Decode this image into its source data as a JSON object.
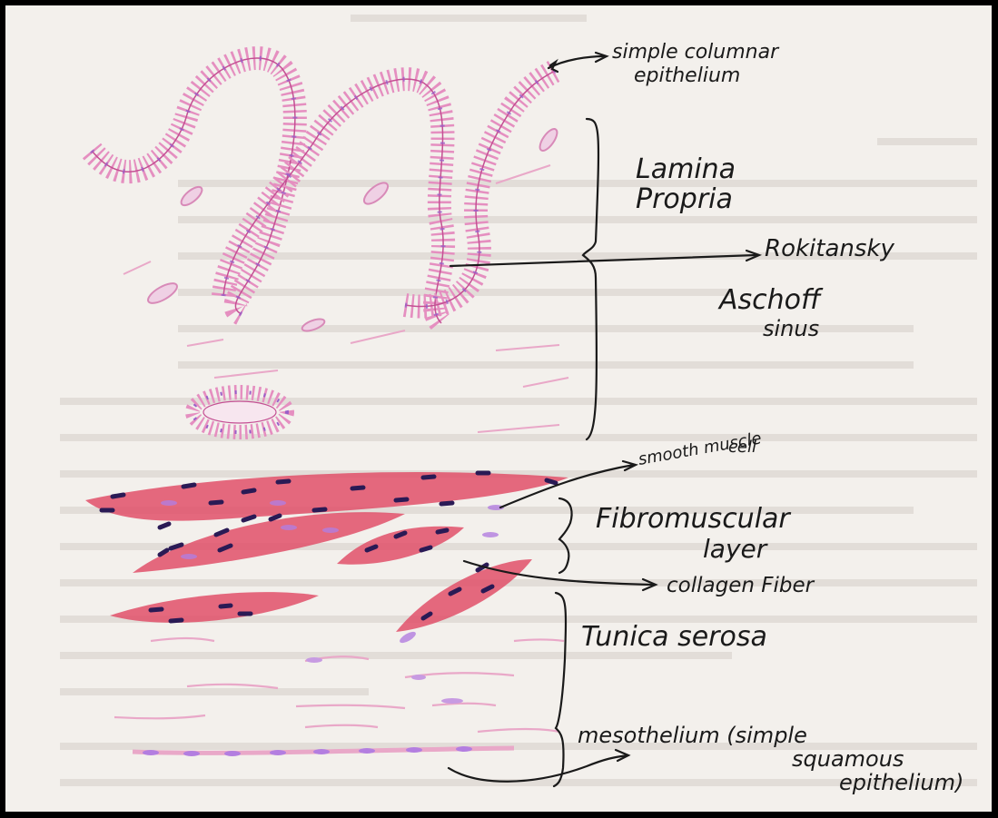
{
  "labels": {
    "simple_columnar": [
      "simple columnar",
      "epithelium"
    ],
    "lamina_propria": [
      "Lamina",
      "Propria"
    ],
    "rokitansky": "Rokitansky",
    "aschoff": [
      "Aschoff",
      "sinus"
    ],
    "smooth_muscle": [
      "smooth muscle",
      "cell"
    ],
    "fibromuscular": [
      "Fibromuscular",
      "layer"
    ],
    "collagen": "collagen Fiber",
    "tunica_serosa": "Tunica serosa",
    "mesothelium": [
      "mesothelium (simple",
      "squamous",
      "epithelium)"
    ]
  },
  "colors": {
    "paper": "#f3f0ec",
    "epithelium_pink": "#e58fc0",
    "nucleus_purple": "#9a5fc8",
    "muscle_red": "#e0506a",
    "muscle_nucleus": "#2a1a55",
    "ink": "#1a1a1a"
  }
}
